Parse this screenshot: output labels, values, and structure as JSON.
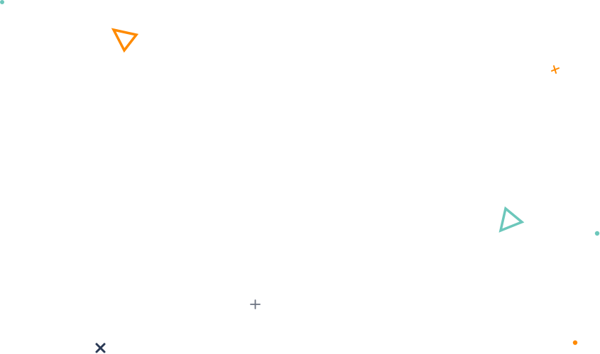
{
  "colors": {
    "background": "#ffffff",
    "orange": "#FF8A00",
    "teal": "#6CC7BB",
    "navy": "#2B3A55",
    "gray": "#6B7280"
  },
  "shapes": [
    {
      "kind": "dot",
      "color": "teal"
    },
    {
      "kind": "triangle-outline",
      "color": "orange"
    },
    {
      "kind": "plus",
      "color": "orange"
    },
    {
      "kind": "triangle-outline",
      "color": "teal"
    },
    {
      "kind": "dot",
      "color": "teal"
    },
    {
      "kind": "plus",
      "color": "gray"
    },
    {
      "kind": "cross",
      "color": "navy"
    },
    {
      "kind": "dot",
      "color": "orange"
    }
  ]
}
